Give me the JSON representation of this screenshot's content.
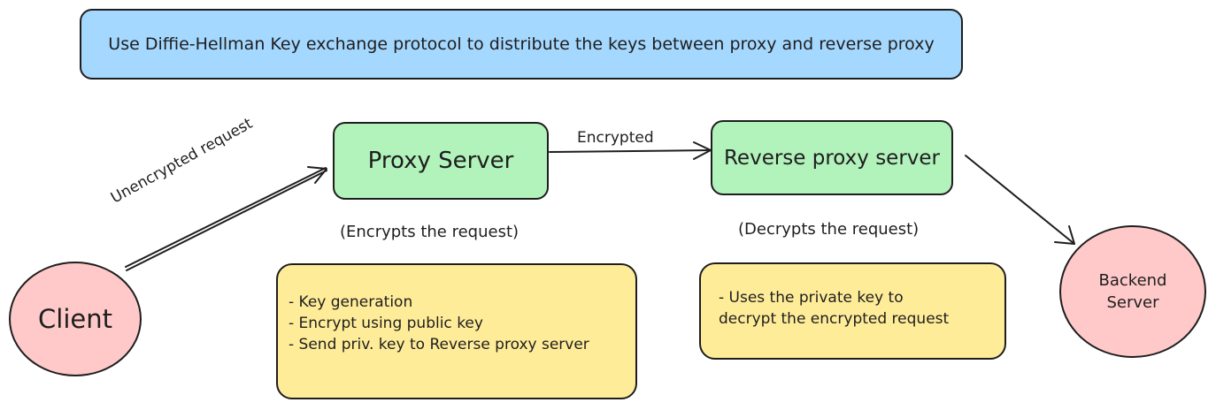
{
  "banner": {
    "text": "Use Diffie-Hellman Key exchange protocol to distribute the keys between proxy and reverse proxy"
  },
  "nodes": {
    "client": "Client",
    "proxy": "Proxy Server",
    "reverse_proxy": "Reverse proxy server",
    "backend": [
      "Backend",
      "Server"
    ]
  },
  "captions": {
    "proxy": "(Encrypts the request)",
    "reverse_proxy": "(Decrypts the request)"
  },
  "edges": {
    "client_to_proxy": "Unencrypted request",
    "proxy_to_reverse": "Encrypted"
  },
  "notes": {
    "proxy": [
      "- Key generation",
      "- Encrypt using public key",
      "- Send priv. key to Reverse proxy server"
    ],
    "reverse_proxy": [
      "- Uses the private key to",
      "decrypt the encrypted request"
    ]
  },
  "colors": {
    "banner": "#a5d8ff",
    "server_box": "#b2f2bb",
    "note": "#ffec99",
    "endpoint": "#ffc9c9",
    "stroke": "#1e1e1e"
  }
}
